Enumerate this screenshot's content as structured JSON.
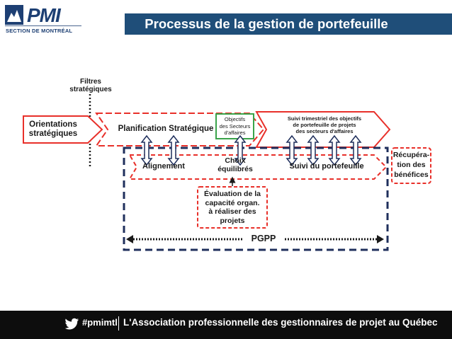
{
  "logo": {
    "brand": "PMI",
    "chapter": "SECTION DE MONTRÉAL"
  },
  "header": {
    "title": "Processus de la gestion de portefeuille"
  },
  "diagram": {
    "filters_label": [
      "Filtres",
      "stratégiques"
    ],
    "orientations_label": [
      "Orientations",
      "stratégiques"
    ],
    "planning_label": "Planification  Stratégique",
    "objectives_label": [
      "Objectifs",
      "des Secteurs",
      "d'affaires"
    ],
    "quarterly_label": [
      "Suivi trimestriel des objectifs",
      "de portefeuille de projets",
      "des secteurs d'affaires"
    ],
    "alignment_label": "Alignement",
    "balanced_label": [
      "Choix",
      "équilibrés"
    ],
    "portfolio_tracking_label": "Suivi du  portefeuille",
    "benefits_label": [
      "Récupéra-",
      "tion des",
      "bénéfices"
    ],
    "capacity_label": [
      "Évaluation de la",
      "capacité organ.",
      "à réaliser des",
      "projets"
    ],
    "pgpp_label": "PGPP"
  },
  "colors": {
    "red": "#e8302a",
    "navy": "#1f4e79",
    "green": "#3aa34a",
    "dark": "#1a1a1a",
    "footer": "#0d0d0d"
  },
  "footer": {
    "handle": "#pmimtl",
    "association": "L'Association professionnelle des gestionnaires de projet au Québec"
  }
}
